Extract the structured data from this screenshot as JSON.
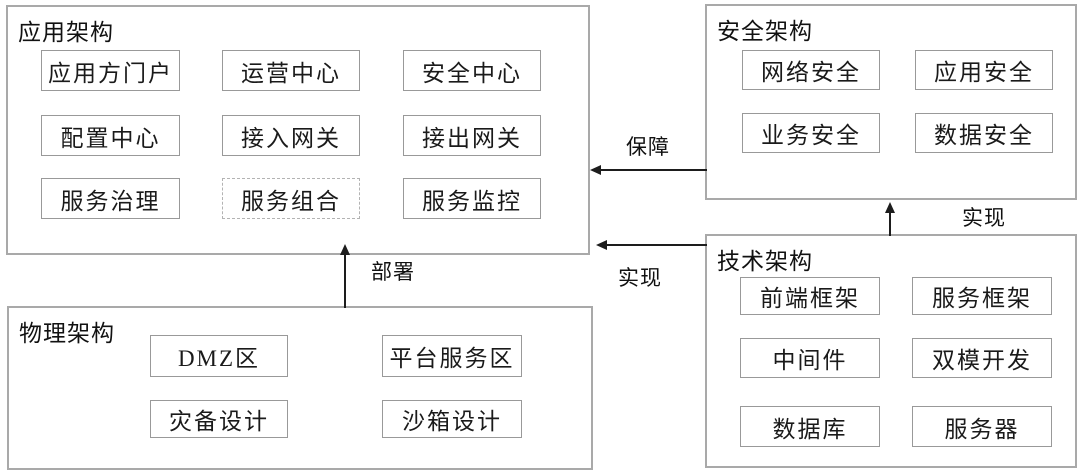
{
  "diagram": {
    "panels": {
      "application": {
        "title": "应用架构",
        "items": [
          "应用方门户",
          "运营中心",
          "安全中心",
          "配置中心",
          "接入网关",
          "接出网关",
          "服务治理",
          "服务组合",
          "服务监控"
        ]
      },
      "security": {
        "title": "安全架构",
        "items": [
          "网络安全",
          "应用安全",
          "业务安全",
          "数据安全"
        ]
      },
      "technology": {
        "title": "技术架构",
        "items": [
          "前端框架",
          "服务框架",
          "中间件",
          "双模开发",
          "数据库",
          "服务器"
        ]
      },
      "physical": {
        "title": "物理架构",
        "items": [
          "DMZ区",
          "平台服务区",
          "灾备设计",
          "沙箱设计"
        ]
      }
    },
    "arrows": {
      "guarantee": {
        "label": "保障",
        "from": "security",
        "to": "application"
      },
      "realize_left": {
        "label": "实现",
        "from": "technology",
        "to": "application"
      },
      "realize_up": {
        "label": "实现",
        "from": "technology",
        "to": "security"
      },
      "deploy": {
        "label": "部署",
        "from": "physical",
        "to": "application"
      }
    },
    "colors": {
      "background": "#ffffff",
      "panel_border": "#a9a9a9",
      "node_border": "#999999",
      "dashed_node_border": "#b3b3b3",
      "text": "#1a1a1a",
      "arrow": "#1d1d1d"
    }
  }
}
